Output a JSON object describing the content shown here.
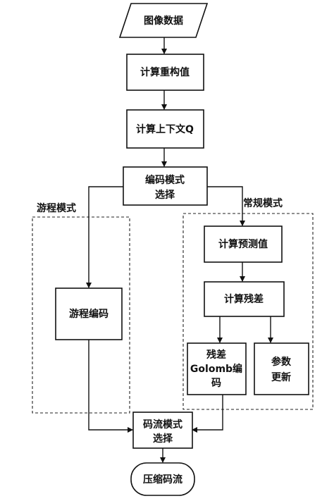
{
  "nodes": {
    "image_data": "图像数据",
    "compute_reconstruct": "计算重构值",
    "compute_context": "计算上下文Q",
    "mode_select_line1": "编码模式",
    "mode_select_line2": "选择",
    "run_mode_label": "游程模式",
    "regular_mode_label": "常规模式",
    "compute_predict": "计算预测值",
    "run_encode": "游程编码",
    "compute_residual": "计算残差",
    "residual_line1": "残差",
    "residual_line2": "Golomb编",
    "residual_line3": "码",
    "param_line1": "参数",
    "param_line2": "更新",
    "stream_select_line1": "码流模式",
    "stream_select_line2": "选择",
    "compressed_stream": "压缩码流"
  }
}
